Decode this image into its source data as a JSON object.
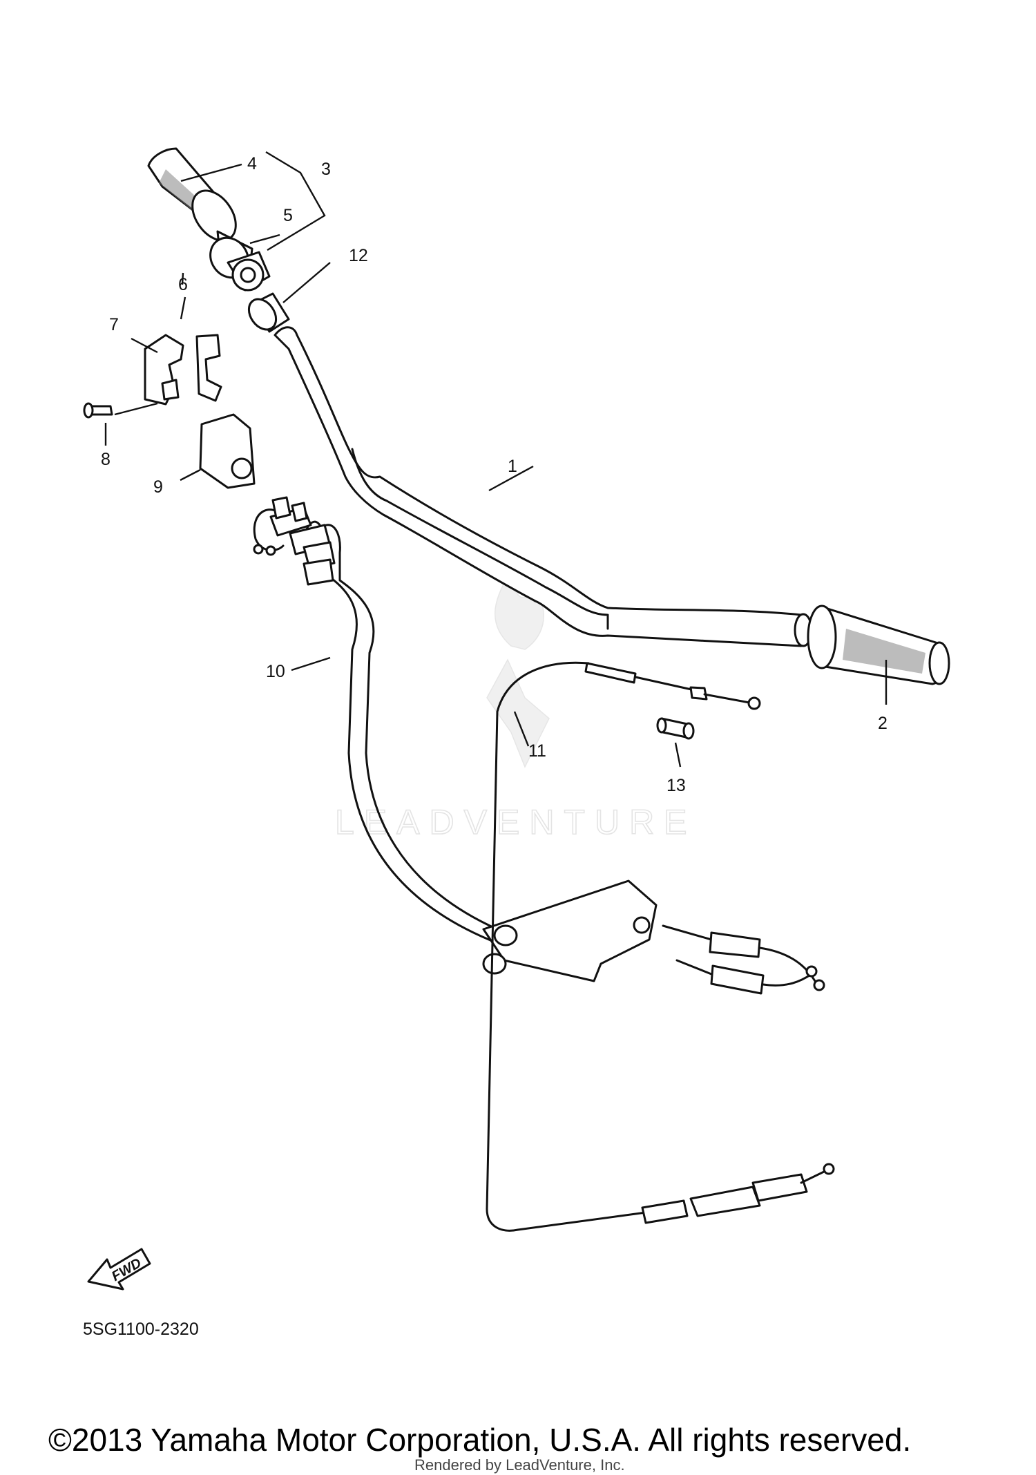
{
  "callouts": {
    "c1": "1",
    "c2": "2",
    "c3": "3",
    "c4": "4",
    "c5": "5",
    "c6": "6",
    "c7": "7",
    "c8": "8",
    "c9": "9",
    "c10": "10",
    "c11": "11",
    "c12": "12",
    "c13": "13"
  },
  "watermark": "LEADVENTURE",
  "fwd_label": "FWD",
  "diagram_code": "5SG1100-2320",
  "copyright": "©2013 Yamaha Motor Corporation, U.S.A. All rights reserved.",
  "rendered_by": "Rendered by LeadVenture, Inc.",
  "colors": {
    "line": "#111111",
    "watermark": "#e4e4e4"
  }
}
